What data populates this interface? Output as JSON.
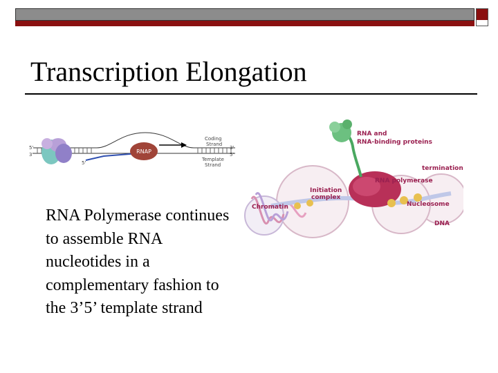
{
  "slide": {
    "title": "Transcription Elongation",
    "body": "RNA Polymerase continues to assemble RNA nucleotides in a complementary fashion to the 3’5’ template strand"
  },
  "figure_left": {
    "labels": {
      "coding_strand": [
        "Coding",
        "Strand"
      ],
      "template_strand": [
        "Template",
        "Strand"
      ],
      "rnap": "RNAP",
      "five_prime_left": "5'",
      "three_prime_left": "3'",
      "three_prime_right": "3'",
      "five_prime_right": "5'",
      "five_prime_rna": "5'"
    }
  },
  "figure_right": {
    "labels": {
      "rna_binding": [
        "RNA and",
        "RNA-binding proteins"
      ],
      "termination": "termination",
      "rna_polymerase": "RNA polymerase",
      "initiation": [
        "Initiation",
        "complex"
      ],
      "chromatin": "Chromatin",
      "nucleosome": "Nucleosome",
      "dna": "DNA"
    }
  },
  "colors": {
    "accent_red": "#8a1010",
    "bar_gray": "#8c8c8c"
  }
}
